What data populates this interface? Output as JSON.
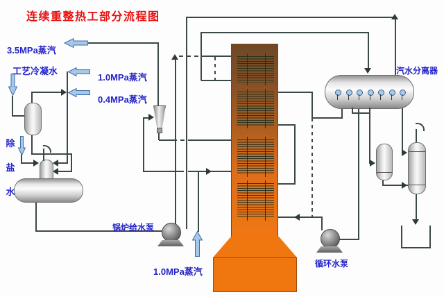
{
  "title": "连续重整热工部分流程图",
  "streams": {
    "steam_3_5mpa": "3.5MPa蒸汽",
    "process_condensate": "工艺冷凝水",
    "steam_1_0mpa": "1.0MPa蒸汽",
    "steam_0_4mpa": "0.4MPa蒸汽",
    "demin_water_chars": [
      "除",
      "盐",
      "水"
    ],
    "steam_1_0mpa_bottom": "1.0MPa蒸汽"
  },
  "equipment": {
    "boiler_feed_pump": "锅炉给水泵",
    "steam_water_separator": "汽水分离器",
    "circulating_water_pump": "循环水泵"
  },
  "icons": {
    "steam_flow_arrows": "blue block arrows showing steam/water entry and exit",
    "flow_direction_arrowheads": "small dark triangles on process lines"
  },
  "colors": {
    "title_red": "#e80f0f",
    "label_blue": "#2323c8",
    "line": "#3c4848",
    "furnace_top": "#6f4826",
    "furnace_orange": "#f0770f",
    "steam_arrow_fill": "#a6c8e8",
    "steam_arrow_border": "#3f6da8",
    "vessel_gray": "#d2d2d2"
  }
}
